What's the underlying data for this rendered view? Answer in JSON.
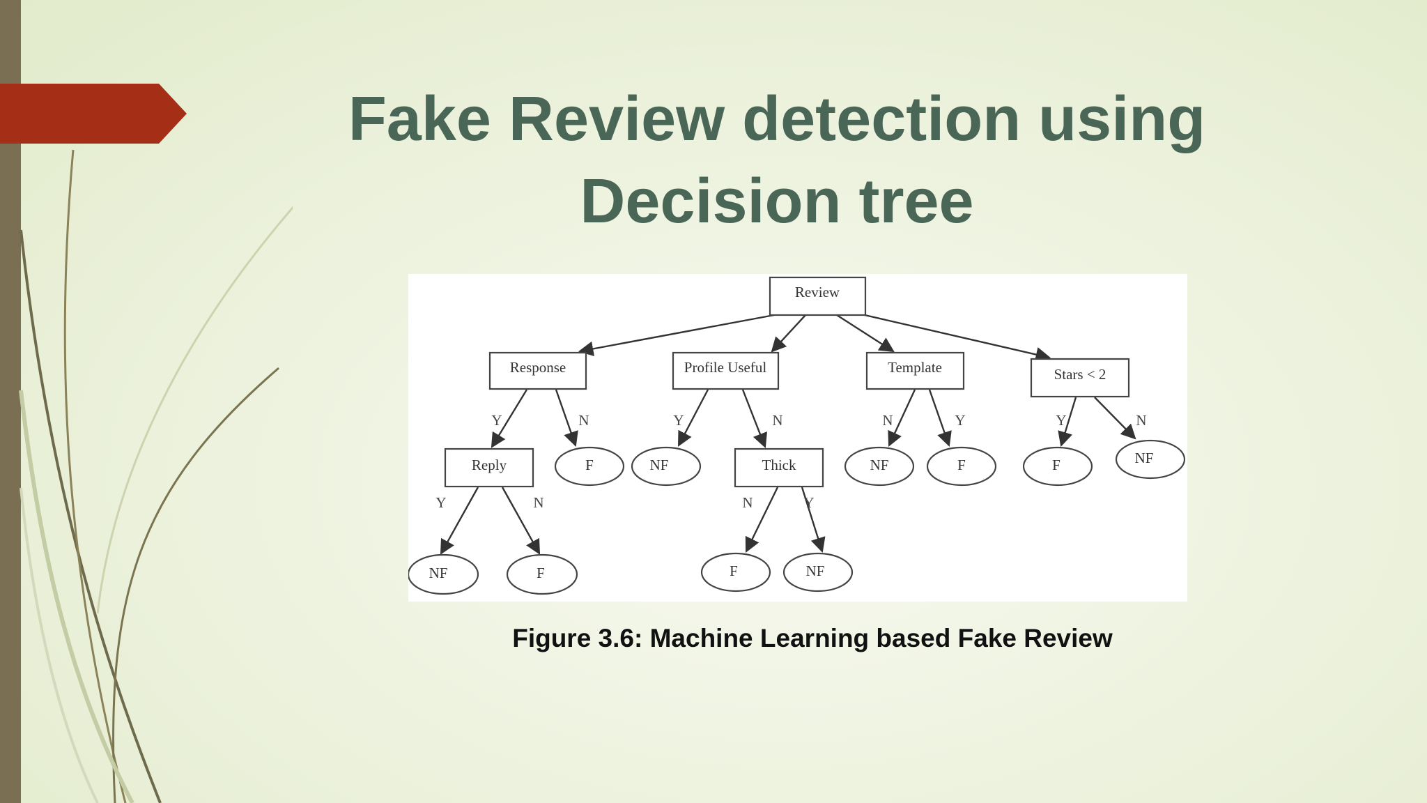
{
  "slide": {
    "title_line1": "Fake Review detection using",
    "title_line2": "Decision tree",
    "caption": "Figure 3.6: Machine Learning based Fake Review",
    "colors": {
      "title": "#4a6657",
      "accent_red": "#a52e16",
      "left_bar": "#7a6e53"
    }
  },
  "tree": {
    "root": "Review",
    "nodes": {
      "review": "Review",
      "response": "Response",
      "profile_useful": "Profile Useful",
      "template": "Template",
      "stars": "Stars < 2",
      "reply": "Reply",
      "thick": "Thick",
      "response_n_leaf": "F",
      "profile_y_leaf": "NF",
      "template_n_leaf": "NF",
      "template_y_leaf": "F",
      "stars_y_leaf": "F",
      "stars_n_leaf": "NF",
      "reply_y_leaf": "NF",
      "reply_n_leaf": "F",
      "thick_n_leaf": "F",
      "thick_y_leaf": "NF"
    },
    "edge_labels": {
      "response_y": "Y",
      "response_n": "N",
      "profile_y": "Y",
      "profile_n": "N",
      "template_n": "N",
      "template_y": "Y",
      "stars_y": "Y",
      "stars_n": "N",
      "reply_y": "Y",
      "reply_n": "N",
      "thick_n": "N",
      "thick_y": "Y"
    }
  }
}
